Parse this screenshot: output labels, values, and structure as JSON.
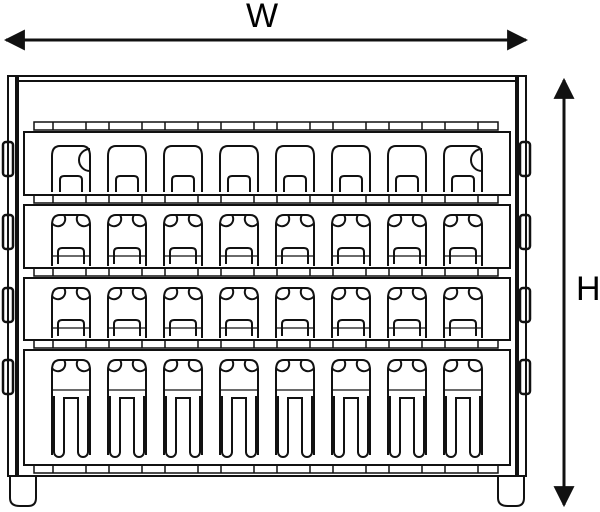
{
  "dimensions": {
    "width_label": "W",
    "height_label": "H"
  },
  "drawing": {
    "tiers": 4,
    "cells_per_tier": 8,
    "line_color": "#111111"
  }
}
